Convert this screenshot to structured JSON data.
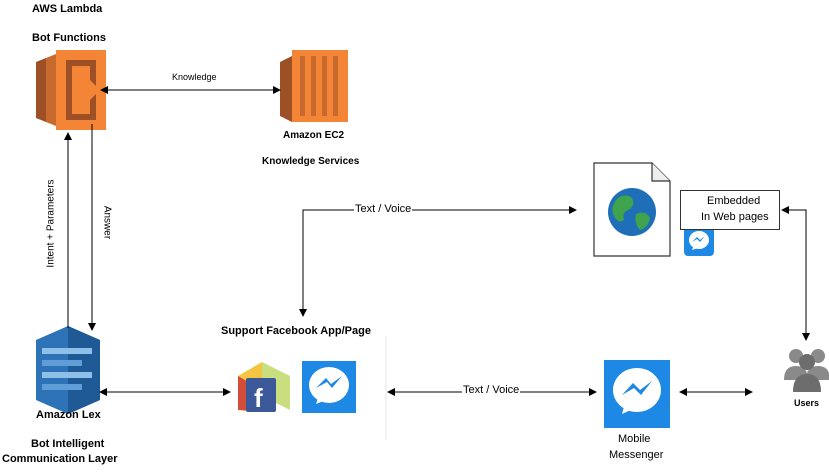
{
  "nodes": {
    "lambda": {
      "title1": "AWS Lambda",
      "title2": "Bot Functions"
    },
    "ec2": {
      "title": "Amazon EC2",
      "subtitle": "Knowledge Services"
    },
    "lex": {
      "title": "Amazon Lex",
      "subtitle1": "Bot Intelligent",
      "subtitle2": "Communication Layer"
    },
    "facebook": {
      "title": "Support Facebook App/Page"
    },
    "embedded": {
      "line1": "Embedded",
      "line2": "In Web pages"
    },
    "mobile": {
      "line1": "Mobile",
      "line2": "Messenger"
    },
    "users": {
      "title": "Users"
    }
  },
  "edges": {
    "knowledge": "Knowledge",
    "intent": "Intent + Parameters",
    "answer": "Answer",
    "text_voice_top": "Text / Voice",
    "text_voice_bottom": "Text / Voice"
  },
  "colors": {
    "aws_orange": "#F58536",
    "aws_orange_dark": "#9D5025",
    "lex_blue": "#2E73B8",
    "messenger_blue": "#1E88E5"
  }
}
